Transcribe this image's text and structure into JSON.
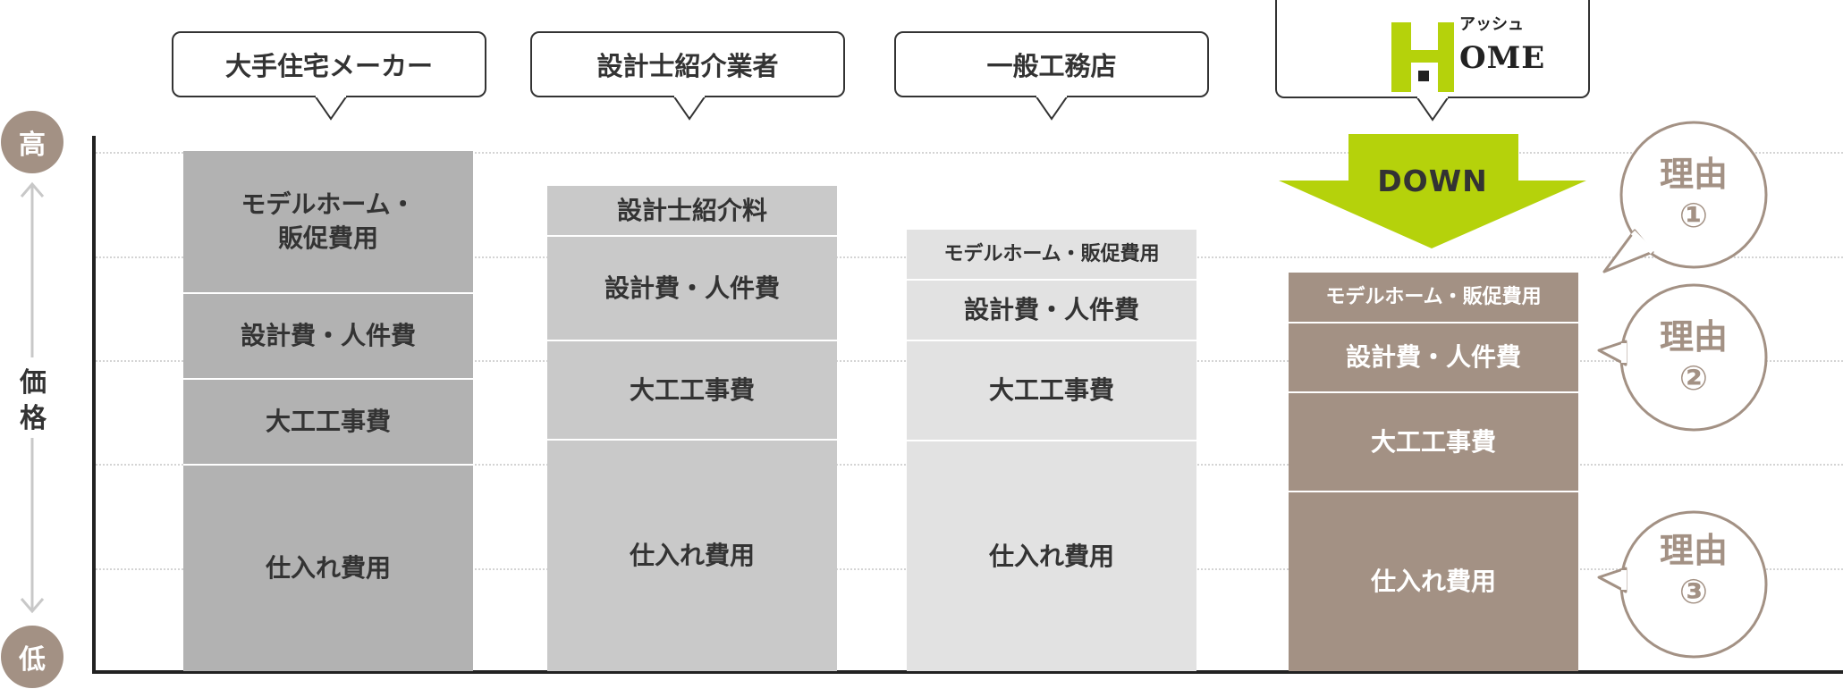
{
  "axis": {
    "high": "高",
    "low": "低",
    "label_top": "価",
    "label_bottom": "格"
  },
  "companies": [
    {
      "name": "大手住宅メーカー",
      "segments": [
        "モデルホーム・\n販促費用",
        "設計費・人件費",
        "大工工事費",
        "仕入れ費用"
      ]
    },
    {
      "name": "設計士紹介業者",
      "segments": [
        "設計士紹介料",
        "設計費・人件費",
        "大工工事費",
        "仕入れ費用"
      ]
    },
    {
      "name": "一般工務店",
      "segments": [
        "モデルホーム・販促費用",
        "設計費・人件費",
        "大工工事費",
        "仕入れ費用"
      ]
    },
    {
      "logo": {
        "letter": "OME",
        "kana": "アッシュ"
      },
      "segments": [
        "モデルホーム・販促費用",
        "設計費・人件費",
        "大工工事費",
        "仕入れ費用"
      ]
    }
  ],
  "down_label": "DOWN",
  "reasons": [
    {
      "line1": "理由",
      "line2": "①"
    },
    {
      "line1": "理由",
      "line2": "②"
    },
    {
      "line1": "理由",
      "line2": "③"
    }
  ],
  "colors": {
    "col1": "#b2b2b2",
    "col2": "#c9c9c9",
    "col3": "#e2e2e2",
    "ash": "#a39184",
    "lime": "#b5d20b"
  }
}
